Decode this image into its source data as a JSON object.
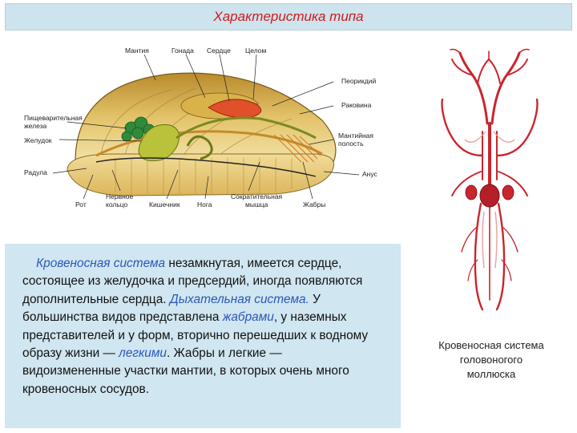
{
  "header": {
    "title": "Характеристика типа"
  },
  "diagram": {
    "labels": {
      "mantle": "Мантия",
      "gonad": "Гонада",
      "heart": "Сердце",
      "coelom": "Целом",
      "pericardium": "Пеорикдий",
      "shell": "Раковина",
      "digestive_gland_1": "Пищеварительная",
      "digestive_gland_2": "железа",
      "stomach": "Желудок",
      "mantle_cavity_1": "Мантийная",
      "mantle_cavity_2": "полость",
      "radula": "Радула",
      "anus": "Анус",
      "mouth": "Рот",
      "nerve_ring_1": "Нервное",
      "nerve_ring_2": "кольцо",
      "intestine": "Кишечник",
      "foot": "Нога",
      "muscle_1": "Сократительная",
      "muscle_2": "мышца",
      "gills": "Жабры"
    }
  },
  "text": {
    "p1_term": "Кровеносная система",
    "p1_rest": " незамкнутая, имеется сердце, состоящее из желудочка и предсердий, иногда появляются дополнительные сердца.",
    "p2_term": "Дыхательная система.",
    "p2_a": " У большинства видов представлена ",
    "p2_gills": "жабрами",
    "p2_b": ", у наземных представителей и у форм, вторично перешедших к водному образу жизни — ",
    "p2_lungs": "легкими",
    "p2_c": ". Жабры и легкие — видоизмененные участки мантии, в которых очень много кровеносных сосудов."
  },
  "caption": {
    "line1": "Кровеносная система",
    "line2": "головоногого",
    "line3": "моллюска"
  },
  "colors": {
    "title_red": "#d11a1a",
    "panel_blue": "#d0e6f1",
    "term_blue": "#2a57b8",
    "vessel_red": "#c9262e",
    "vessel_light": "#e6a1a1"
  }
}
